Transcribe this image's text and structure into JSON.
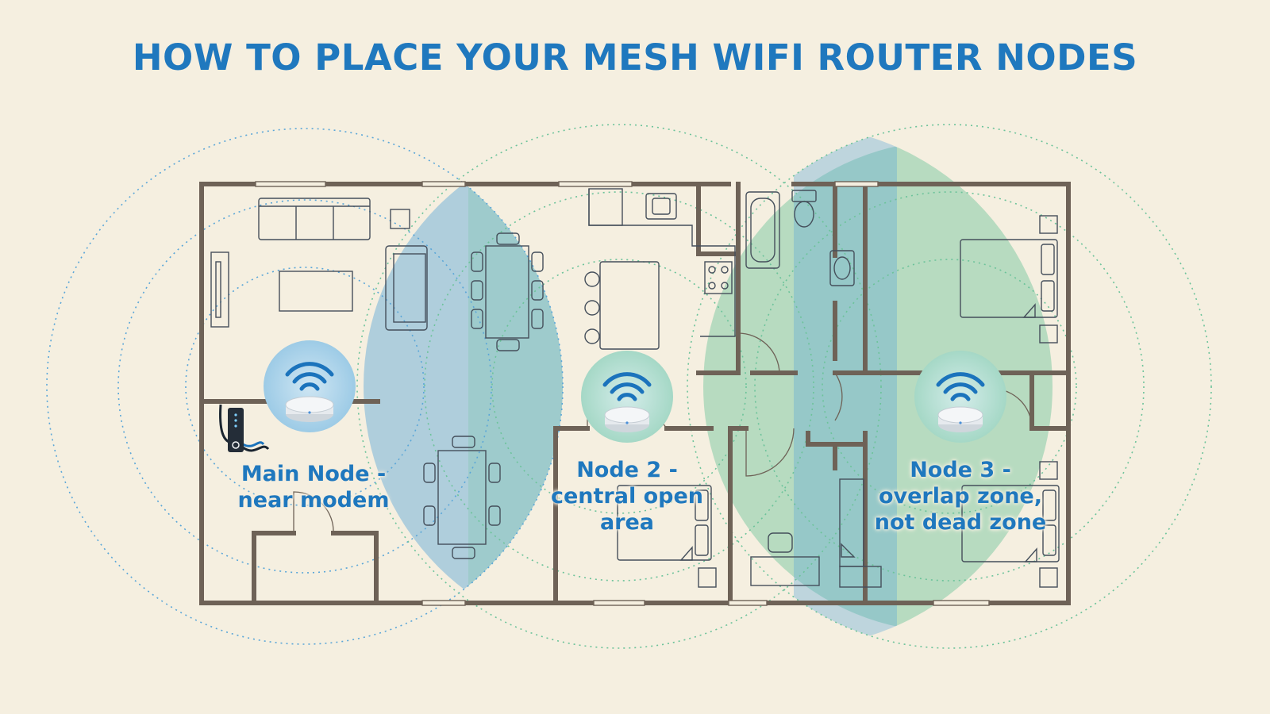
{
  "title": "HOW TO PLACE YOUR MESH WIFI ROUTER NODES",
  "colors": {
    "background": "#f5efe0",
    "title": "#1f78be",
    "wall": "#6e6257",
    "furniture": "#454f5b",
    "coverage_blue": "#5aa6d8",
    "coverage_green": "#6cc39a",
    "router_body": "#f4f6f8",
    "wifi_waves": "#1b73bc"
  },
  "nodes": [
    {
      "id": "main",
      "icon": "wifi-router-icon",
      "label_line1": "Main Node -",
      "label_line2": "near modem"
    },
    {
      "id": "node2",
      "icon": "wifi-router-icon",
      "label_line1": "Node 2 -",
      "label_line2": "central open",
      "label_line3": "area"
    },
    {
      "id": "node3",
      "icon": "wifi-router-icon",
      "label_line1": "Node 3 -",
      "label_line2": "overlap zone,",
      "label_line3": "not dead zone"
    }
  ],
  "modem": {
    "icon": "modem-icon"
  },
  "overlap_zones": [
    {
      "between": [
        "main",
        "node2"
      ]
    },
    {
      "between": [
        "node2",
        "node3"
      ]
    }
  ]
}
